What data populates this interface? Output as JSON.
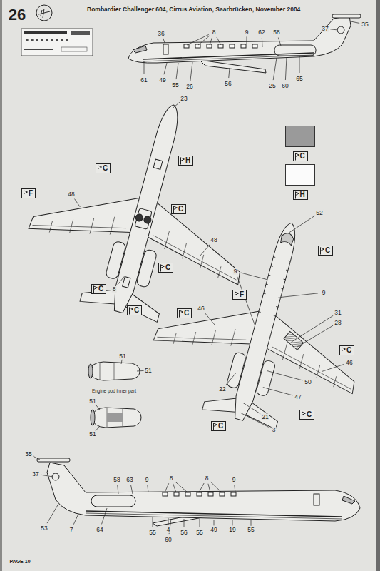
{
  "diagram": {
    "title": "Bombardier Challenger 604, Cirrus Aviation, Saarbrücken, November 2004",
    "nodes": [
      {
        "text": [
          "H"
        ]
      },
      {
        "text": [
          "C"
        ]
      },
      {
        "text": [
          "F"
        ]
      },
      {
        "text": [
          "C"
        ]
      },
      {
        "text": [
          "C"
        ]
      },
      {
        "text": [
          "F"
        ]
      },
      {
        "text": [
          "C"
        ]
      },
      {
        "text": [
          "C"
        ]
      },
      {
        "text": [
          "C"
        ]
      },
      {
        "text": [
          "C"
        ]
      },
      {
        "text": [
          "C"
        ]
      },
      {
        "text": [
          "C"
        ]
      },
      {
        "text": [
          "C"
        ]
      }
    ],
    "labels": [
      "26",
      "36",
      "8",
      "9",
      "62",
      "58",
      "37",
      "35",
      "61",
      "49",
      "55",
      "26",
      "56",
      "25",
      "60",
      "65",
      "23",
      "48",
      "48",
      "8",
      "52",
      "9",
      "9",
      "46",
      "31",
      "28",
      "46",
      "22",
      "50",
      "47",
      "21",
      "3",
      "51",
      "51",
      "Engine pod inner part",
      "51",
      "51",
      "35",
      "37",
      "58",
      "63",
      "9",
      "8",
      "8",
      "9",
      "53",
      "7",
      "64",
      "55",
      "4",
      "60",
      "56",
      "55",
      "49",
      "19",
      "55",
      "PAGE 10"
    ],
    "legend": [
      {
        "text": "C",
        "color": "#9a9a9a"
      },
      {
        "text": "H",
        "color": "#fbfbfb"
      }
    ]
  }
}
